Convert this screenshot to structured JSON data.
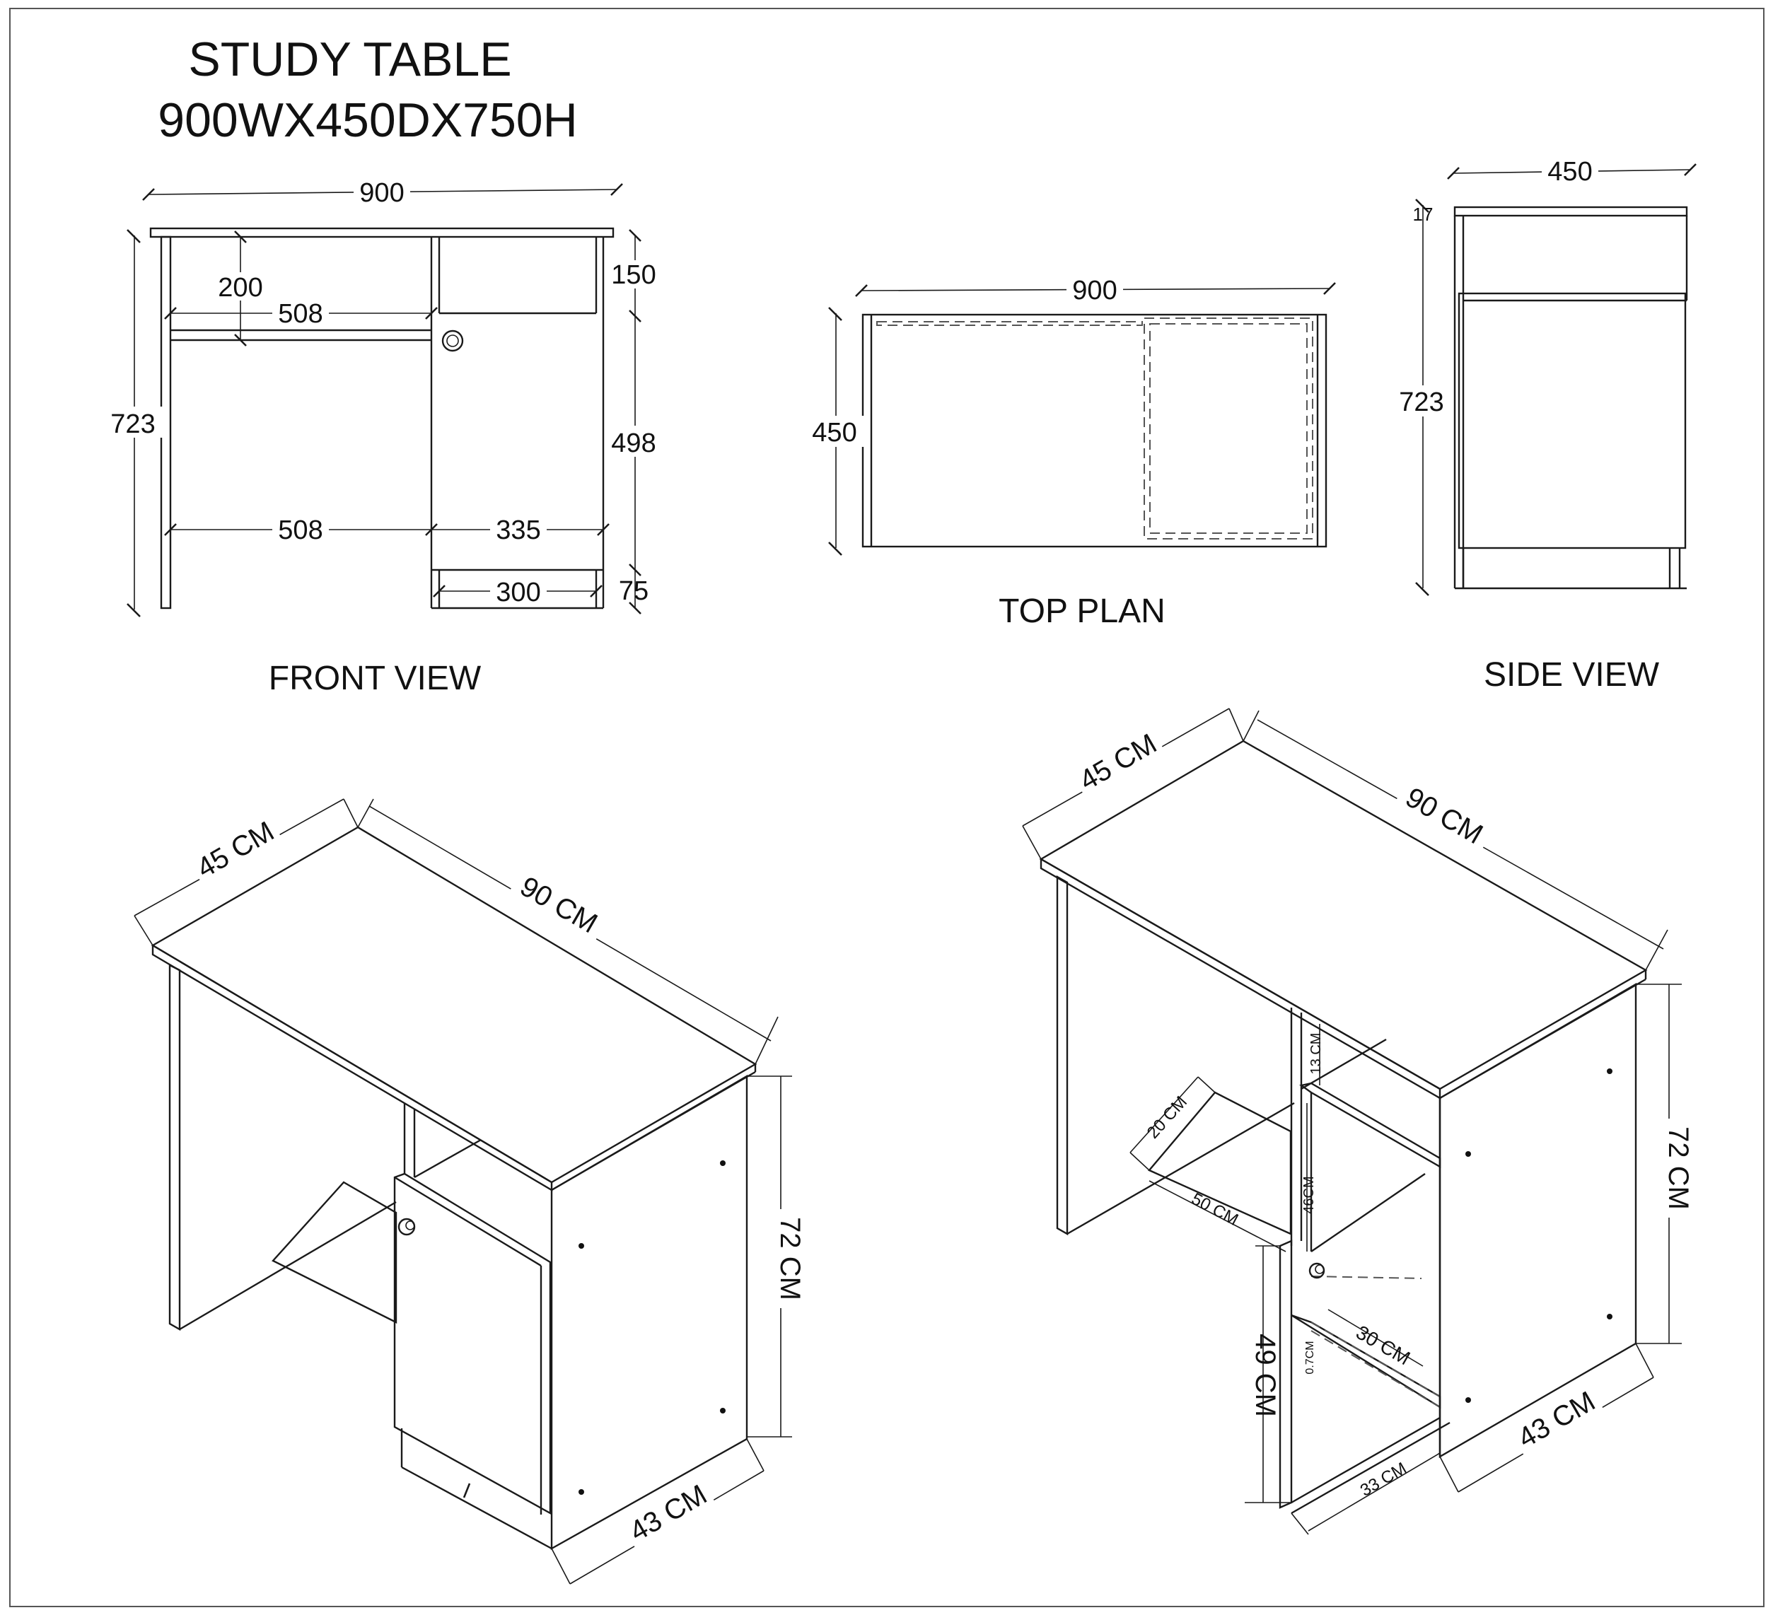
{
  "title": {
    "line1": "STUDY TABLE",
    "line2": "900WX450DX750H"
  },
  "front_view": {
    "label": "FRONT VIEW",
    "dims": {
      "width": "900",
      "height": "723",
      "drawer_gap": "200",
      "upper_width": "508",
      "top_right": "150",
      "right_height": "498",
      "lower_left_width": "508",
      "lower_right_width": "335",
      "plinth_width": "300",
      "plinth_height": "75"
    }
  },
  "top_plan": {
    "label": "TOP PLAN",
    "dims": {
      "width": "900",
      "depth": "450"
    }
  },
  "side_view": {
    "label": "SIDE VIEW",
    "dims": {
      "depth": "450",
      "height": "723",
      "top_thk": "17"
    }
  },
  "iso_left": {
    "dims": {
      "depth": "45 CM",
      "width": "90 CM",
      "height": "72 CM",
      "base": "43 CM"
    }
  },
  "iso_right": {
    "dims": {
      "depth": "45 CM",
      "width": "90 CM",
      "height": "72 CM",
      "base": "43 CM",
      "keyboard_depth": "20 CM",
      "keyboard_width": "50 CM",
      "top_gap": "13 CM",
      "shelf_height": "46CM",
      "door_height": "49 CM",
      "inner_depth": "30 CM",
      "bottom_gap": "0.7CM",
      "door_width": "33 CM"
    }
  }
}
